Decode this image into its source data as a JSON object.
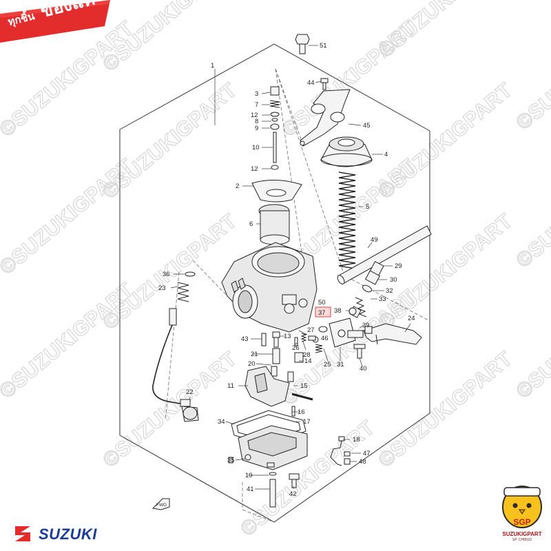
{
  "badge": {
    "line_small": "ทุกชิ้น",
    "line_big": "ของแท้"
  },
  "watermark": "©SUZUKIGPART",
  "brand": {
    "name": "SUZUKI"
  },
  "mascot": {
    "cap_text": "SGP",
    "label": "SUZUKIGPART",
    "sub": "SP. CHIBUD"
  },
  "fwd_label": "FWD",
  "colors": {
    "accent_red": "#e32d2d",
    "brand_blue": "#1a3c94",
    "highlight_border": "#e85a5a",
    "highlight_fill": "#fbdada"
  },
  "highlighted_part": "37",
  "callouts": [
    "1",
    "51",
    "44",
    "45",
    "3",
    "7",
    "12",
    "8",
    "9",
    "4",
    "10",
    "12",
    "2",
    "5",
    "6",
    "49",
    "29",
    "36",
    "30",
    "23",
    "32",
    "50",
    "33",
    "37",
    "38",
    "24",
    "39",
    "27",
    "46",
    "43",
    "13",
    "26",
    "28",
    "21",
    "14",
    "25",
    "31",
    "40",
    "20",
    "15",
    "11",
    "22",
    "16",
    "17",
    "34",
    "18",
    "47",
    "48",
    "35",
    "19",
    "42",
    "41"
  ]
}
